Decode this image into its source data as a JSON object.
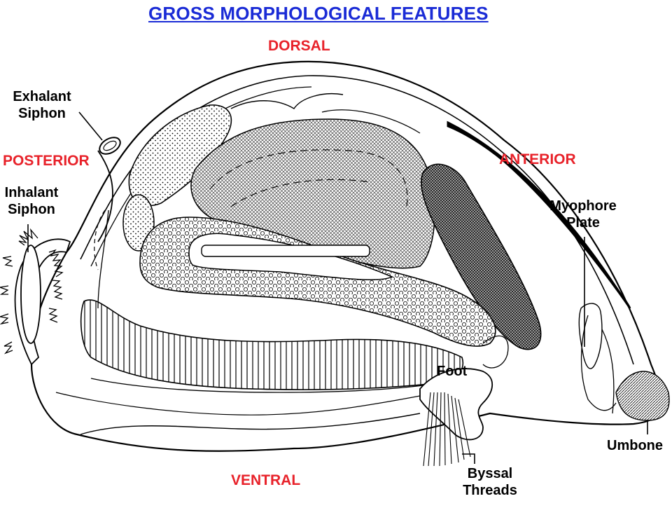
{
  "title": "GROSS MORPHOLOGICAL FEATURES",
  "directions": {
    "dorsal": "DORSAL",
    "ventral": "VENTRAL",
    "anterior": "ANTERIOR",
    "posterior": "POSTERIOR"
  },
  "labels": {
    "exhalant_siphon": [
      "Exhalant",
      "Siphon"
    ],
    "inhalant_siphon": [
      "Inhalant",
      "Siphon"
    ],
    "myophore_plate": [
      "Myophore",
      "Plate"
    ],
    "foot": "Foot",
    "umbone": "Umbone",
    "byssal_threads": [
      "Byssal",
      "Threads"
    ]
  },
  "colors": {
    "title": "#1a2bd6",
    "direction": "#e8222a",
    "ink": "#000000"
  }
}
